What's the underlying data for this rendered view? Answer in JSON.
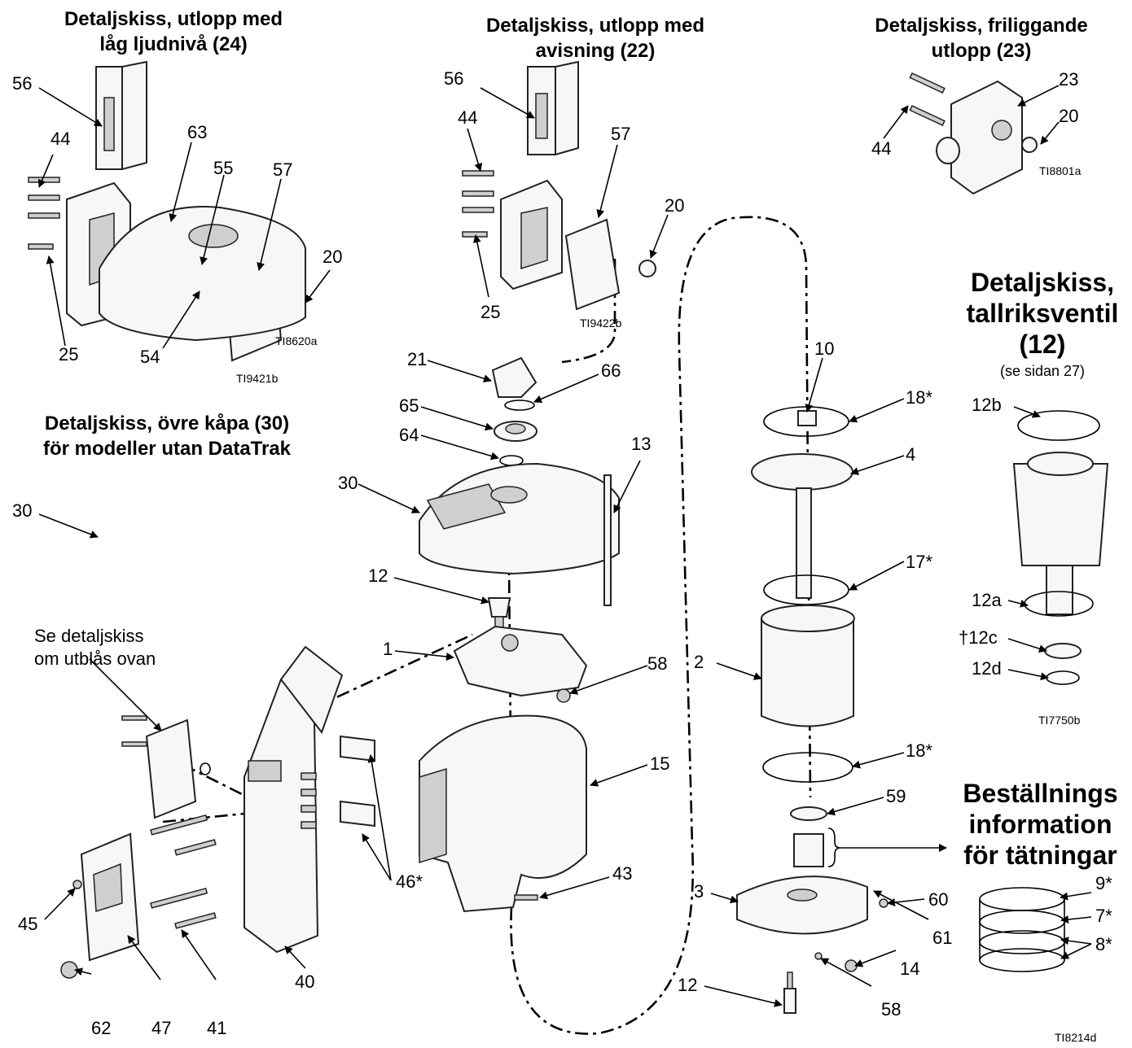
{
  "headings": {
    "low_noise": "Detaljskiss, utlopp med\nlåg ljudnivå (24)",
    "deicing": "Detaljskiss, utlopp med\navisning (22)",
    "free_outlet": "Detaljskiss, friliggande\nutlopp (23)",
    "upper_cover": "Detaljskiss, övre kåpa (30)\nför modeller utan DataTrak",
    "poppet": "Detaljskiss,\ntallriksventil\n(12)",
    "poppet_note": "(se sidan 27)",
    "seal_order": "Beställnings\ninformation\nför tätningar",
    "exhaust_note": "Se detaljskiss\nom utblås ovan"
  },
  "figure_ids": {
    "low_noise": "TI9421b",
    "deicing": "TI9422b",
    "free_outlet": "TI8801a",
    "upper_cover": "TI8620a",
    "poppet": "TI7750b",
    "main": "TI8214d"
  },
  "labels": {
    "l56a": "56",
    "l44a": "44",
    "l63": "63",
    "l55": "55",
    "l57a": "57",
    "l20a": "20",
    "l25a": "25",
    "l54": "54",
    "l56b": "56",
    "l44b": "44",
    "l57b": "57",
    "l20b": "20",
    "l25b": "25",
    "l23": "23",
    "l20c": "20",
    "l44c": "44",
    "l30a": "30",
    "l21": "21",
    "l66": "66",
    "l65": "65",
    "l64": "64",
    "l30b": "30",
    "l13": "13",
    "l12a": "12",
    "l1": "1",
    "l58a": "58",
    "l15": "15",
    "l43": "43",
    "l46": "46*",
    "l40": "40",
    "l45": "45",
    "l62": "62",
    "l47": "47",
    "l41": "41",
    "l10": "10",
    "l18a": "18*",
    "l4": "4",
    "l17": "17*",
    "l2": "2",
    "l18b": "18*",
    "l59": "59",
    "l3": "3",
    "l60": "60",
    "l61": "61",
    "l14": "14",
    "l58b": "58",
    "l12b": "12",
    "p12b": "12b",
    "p12a": "12a",
    "p12c": "†12c",
    "p12d": "12d",
    "s9": "9*",
    "s7": "7*",
    "s8": "8*"
  }
}
